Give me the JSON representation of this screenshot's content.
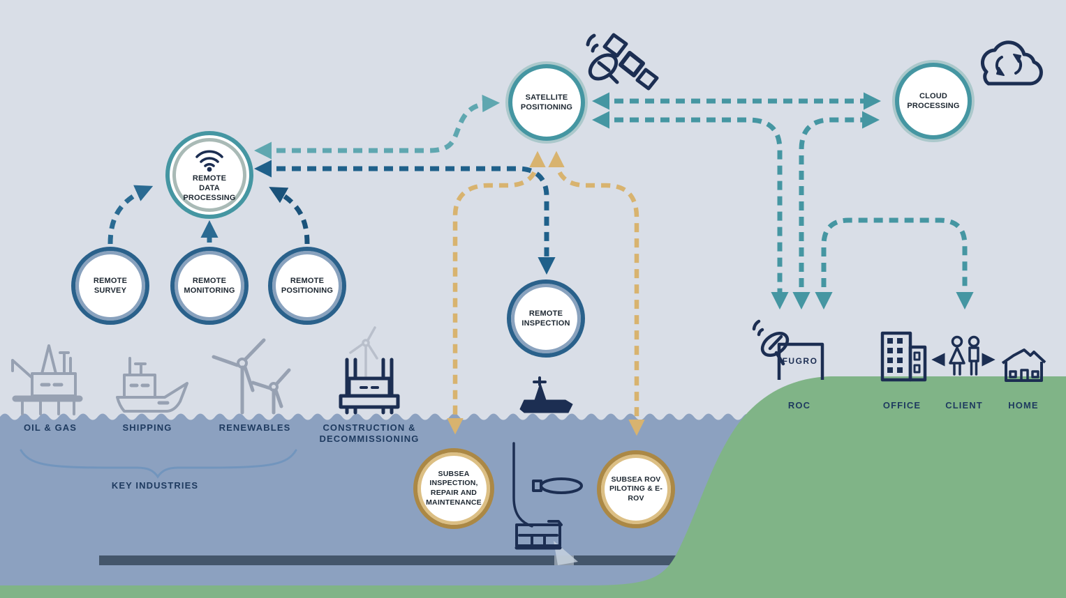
{
  "nodes": {
    "satellite_positioning": "SATELLITE POSITIONING",
    "cloud_processing": "CLOUD PROCESSING",
    "remote_data_processing": "REMOTE DATA PROCESSING",
    "remote_survey": "REMOTE SURVEY",
    "remote_monitoring": "REMOTE MONITORING",
    "remote_positioning": "REMOTE POSITIONING",
    "remote_inspection": "REMOTE INSPECTION",
    "subsea_irm": "SUBSEA INSPECTION, REPAIR AND MAINTENANCE",
    "subsea_rov": "SUBSEA ROV PILOTING & E-ROV"
  },
  "industries": {
    "group_label": "KEY INDUSTRIES",
    "items": [
      {
        "label": "OIL & GAS",
        "icon": "oil-platform-icon"
      },
      {
        "label": "SHIPPING",
        "icon": "ship-icon"
      },
      {
        "label": "RENEWABLES",
        "icon": "wind-turbines-icon"
      },
      {
        "label": "CONSTRUCTION & DECOMMISSIONING",
        "icon": "jackup-platform-icon"
      }
    ]
  },
  "shore_locations": [
    {
      "label": "ROC",
      "icon": "roc-building-icon",
      "brand": "FUGRO"
    },
    {
      "label": "OFFICE",
      "icon": "office-building-icon"
    },
    {
      "label": "CLIENT",
      "icon": "people-icon"
    },
    {
      "label": "HOME",
      "icon": "house-icon"
    }
  ],
  "colors": {
    "sky": "#d9dee7",
    "sea": "#8ca1c0",
    "land_green": "#80b487",
    "pipeline": "#44566b",
    "teal_arrow": "#4596a2",
    "light_teal_arrow": "#5fa7b0",
    "blue_arrow": "#2a6a92",
    "navy_arrow": "#1a527a",
    "gold_arrow": "#d8b36f",
    "icon_navy": "#1c2e52",
    "icon_gray": "#97a1b2",
    "label_navy": "#1e3a5f"
  }
}
